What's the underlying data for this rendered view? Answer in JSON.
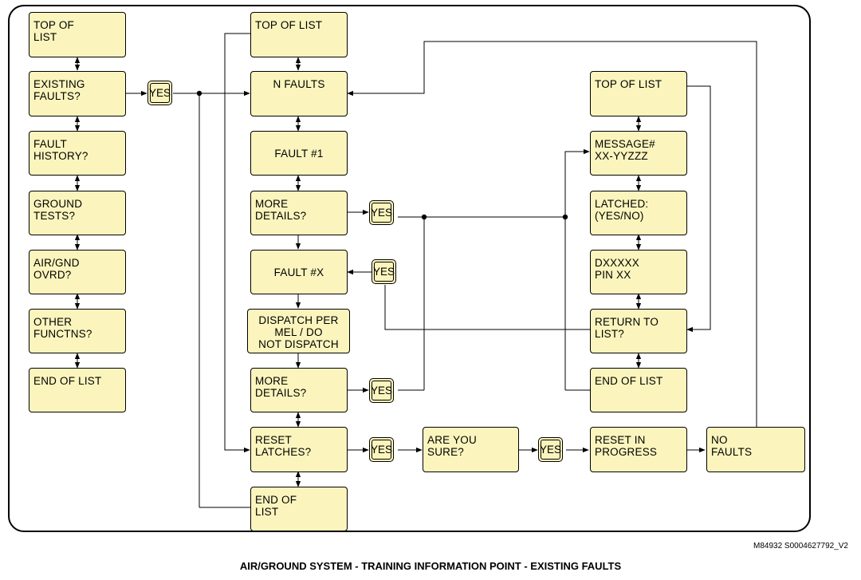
{
  "colors": {
    "box_fill": "#fbf5bd",
    "line": "#000000"
  },
  "boxes": {
    "top_of_list_left": "TOP OF\nLIST",
    "existing_faults": "EXISTING\nFAULTS?",
    "fault_history": "FAULT\nHISTORY?",
    "ground_tests": "GROUND\nTESTS?",
    "air_gnd_ovrd": "AIR/GND\nOVRD?",
    "other_functns": "OTHER\nFUNCTNS?",
    "end_of_list_left": "END OF LIST",
    "top_of_list_mid": "TOP OF LIST",
    "n_faults": "N FAULTS",
    "fault_1": "FAULT #1",
    "more_details_1": "MORE\nDETAILS?",
    "fault_x": "FAULT #X",
    "dispatch": "DISPATCH PER\nMEL / DO\nNOT DISPATCH",
    "more_details_2": "MORE\nDETAILS?",
    "reset_latches": "RESET\nLATCHES?",
    "end_of_list_mid": "END OF\nLIST",
    "are_you_sure": "ARE YOU\nSURE?",
    "reset_in_progress": "RESET IN\nPROGRESS",
    "no_faults": "NO\nFAULTS",
    "top_of_list_right": "TOP OF LIST",
    "message": "MESSAGE#\nXX-YYZZZ",
    "latched": "LATCHED:\n(YES/NO)",
    "dxxxxx": "DXXXXX\nPIN XX",
    "return_to_list": "RETURN TO\nLIST?",
    "end_of_list_right": "END OF LIST"
  },
  "yes_label": "YES",
  "figure_code": "M84932 S0004627792_V2",
  "caption": "AIR/GROUND SYSTEM - TRAINING INFORMATION POINT - EXISTING FAULTS"
}
